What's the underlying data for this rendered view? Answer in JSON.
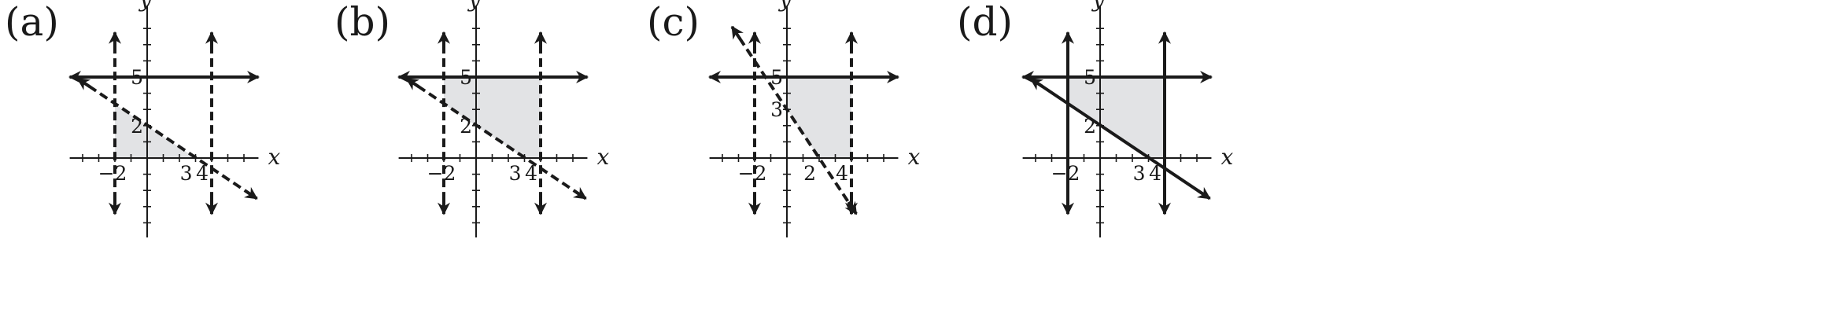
{
  "colors": {
    "ink": "#1a1a1a",
    "shade": "#e2e3e5",
    "background": "#ffffff"
  },
  "panels": [
    {
      "id": "a",
      "label": "(a)",
      "x_axis_label": "x",
      "y_axis_label": "y",
      "x_ticks": [
        {
          "value": -2,
          "label": "−2"
        },
        {
          "value": 3,
          "label": "3"
        },
        {
          "value": 4,
          "label": "4"
        }
      ],
      "y_ticks": [
        {
          "value": 2,
          "label": "2"
        },
        {
          "value": 5,
          "label": "5"
        }
      ],
      "boundaries": [
        {
          "kind": "vertical",
          "x": -2,
          "style": "dashed"
        },
        {
          "kind": "vertical",
          "x": 4,
          "style": "dashed"
        },
        {
          "kind": "horizontal",
          "y": 5,
          "style": "solid"
        },
        {
          "kind": "sloped",
          "from": [
            -4.3,
            4.9
          ],
          "to": [
            6.8,
            -2.5
          ],
          "style": "dashed"
        }
      ],
      "shaded_region": [
        [
          -2,
          0
        ],
        [
          -2,
          3.33
        ],
        [
          3,
          0
        ]
      ]
    },
    {
      "id": "b",
      "label": "(b)",
      "x_axis_label": "x",
      "y_axis_label": "y",
      "x_ticks": [
        {
          "value": -2,
          "label": "−2"
        },
        {
          "value": 3,
          "label": "3"
        },
        {
          "value": 4,
          "label": "4"
        }
      ],
      "y_ticks": [
        {
          "value": 2,
          "label": "2"
        },
        {
          "value": 5,
          "label": "5"
        }
      ],
      "boundaries": [
        {
          "kind": "vertical",
          "x": -2,
          "style": "dashed"
        },
        {
          "kind": "vertical",
          "x": 4,
          "style": "dashed"
        },
        {
          "kind": "horizontal",
          "y": 5,
          "style": "solid"
        },
        {
          "kind": "sloped",
          "from": [
            -4.3,
            4.9
          ],
          "to": [
            6.8,
            -2.5
          ],
          "style": "dashed"
        }
      ],
      "shaded_region": [
        [
          -2,
          5
        ],
        [
          4,
          5
        ],
        [
          4,
          0
        ],
        [
          3,
          0
        ],
        [
          -2,
          3.33
        ]
      ]
    },
    {
      "id": "c",
      "label": "(c)",
      "x_axis_label": "x",
      "y_axis_label": "y",
      "x_ticks": [
        {
          "value": -2,
          "label": "−2"
        },
        {
          "value": 2,
          "label": "2"
        },
        {
          "value": 4,
          "label": "4"
        }
      ],
      "y_ticks": [
        {
          "value": 3,
          "label": "3"
        },
        {
          "value": 5,
          "label": "5"
        }
      ],
      "boundaries": [
        {
          "kind": "vertical",
          "x": -2,
          "style": "dashed"
        },
        {
          "kind": "vertical",
          "x": 4,
          "style": "dashed"
        },
        {
          "kind": "horizontal",
          "y": 5,
          "style": "solid"
        },
        {
          "kind": "sloped",
          "from": [
            -3.4,
            8.1
          ],
          "to": [
            4.3,
            -3.45
          ],
          "style": "dashed"
        }
      ],
      "shaded_region": [
        [
          0,
          5
        ],
        [
          4,
          5
        ],
        [
          4,
          0
        ],
        [
          2,
          0
        ],
        [
          0,
          3
        ]
      ]
    },
    {
      "id": "d",
      "label": "(d)",
      "x_axis_label": "x",
      "y_axis_label": "y",
      "x_ticks": [
        {
          "value": -2,
          "label": "−2"
        },
        {
          "value": 3,
          "label": "3"
        },
        {
          "value": 4,
          "label": "4"
        }
      ],
      "y_ticks": [
        {
          "value": 2,
          "label": "2"
        },
        {
          "value": 5,
          "label": "5"
        }
      ],
      "boundaries": [
        {
          "kind": "vertical",
          "x": -2,
          "style": "solid"
        },
        {
          "kind": "vertical",
          "x": 4,
          "style": "solid"
        },
        {
          "kind": "horizontal",
          "y": 5,
          "style": "solid"
        },
        {
          "kind": "sloped",
          "from": [
            -4.3,
            4.9
          ],
          "to": [
            6.8,
            -2.5
          ],
          "style": "solid"
        }
      ],
      "shaded_region": [
        [
          -2,
          5
        ],
        [
          4,
          5
        ],
        [
          4,
          0
        ],
        [
          3,
          0
        ],
        [
          -2,
          3.33
        ]
      ]
    }
  ]
}
